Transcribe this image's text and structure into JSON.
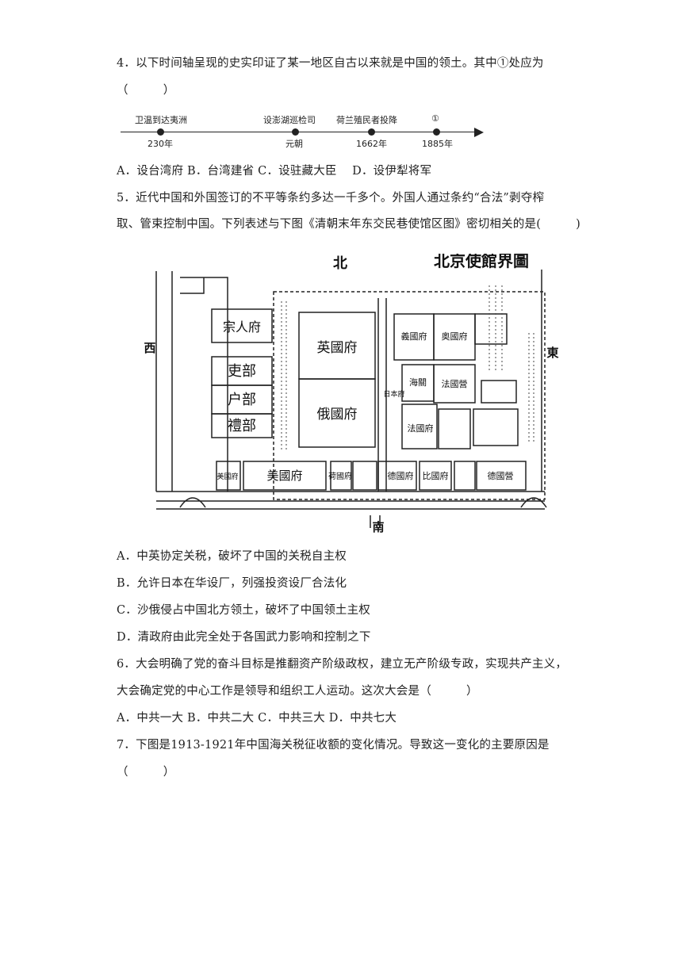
{
  "q4": {
    "stem": "4．以下时间轴呈现的史实印证了某一地区自古以来就是中国的领土。其中①处应为",
    "paren": "（　　　）",
    "timeline": {
      "events": [
        {
          "top": "卫温到达夷洲",
          "bottom": "230年"
        },
        {
          "top": "设澎湖巡检司",
          "bottom": "元朝"
        },
        {
          "top": "荷兰殖民者投降",
          "bottom": "1662年"
        },
        {
          "top": "①",
          "bottom": "1885年"
        }
      ]
    },
    "options": "A．设台湾府 B．台湾建省 C．设驻藏大臣　 D．设伊犁将军"
  },
  "q5": {
    "stem1": "5．近代中国和外国签订的不平等条约多达一千多个。外国人通过条约“合法”剥夺榨",
    "stem2": "取、管束控制中国。下列表述与下图《清朝末年东交民巷使馆区图》密切相关的是(　　　)",
    "map": {
      "title": "北京使館界圖",
      "north": "北",
      "south": "南",
      "west": "西",
      "east": "東",
      "blocks": [
        "宗人府",
        "吏部",
        "户部",
        "禮部",
        "英國府",
        "俄國府",
        "美國府",
        "義國府",
        "奥國府",
        "法國府",
        "法國營",
        "德國府",
        "德國營",
        "比國府",
        "日本府",
        "荷國府",
        "海關",
        "美國府"
      ]
    },
    "options": [
      "A．中英协定关税，破坏了中国的关税自主权",
      "B．允许日本在华设厂，列强投资设厂合法化",
      "C．沙俄侵占中国北方领土，破坏了中国领土主权",
      "D．清政府由此完全处于各国武力影响和控制之下"
    ]
  },
  "q6": {
    "stem1": "6．大会明确了党的奋斗目标是推翻资产阶级政权，建立无产阶级专政，实现共产主义，",
    "stem2": "大会确定党的中心工作是领导和组织工人运动。这次大会是（　　　）",
    "options": "A．中共一大 B．中共二大 C．中共三大 D．中共七大"
  },
  "q7": {
    "stem": "7．下图是1913-1921年中国海关税征收额的变化情况。导致这一变化的主要原因是",
    "paren": "（　　　）"
  }
}
